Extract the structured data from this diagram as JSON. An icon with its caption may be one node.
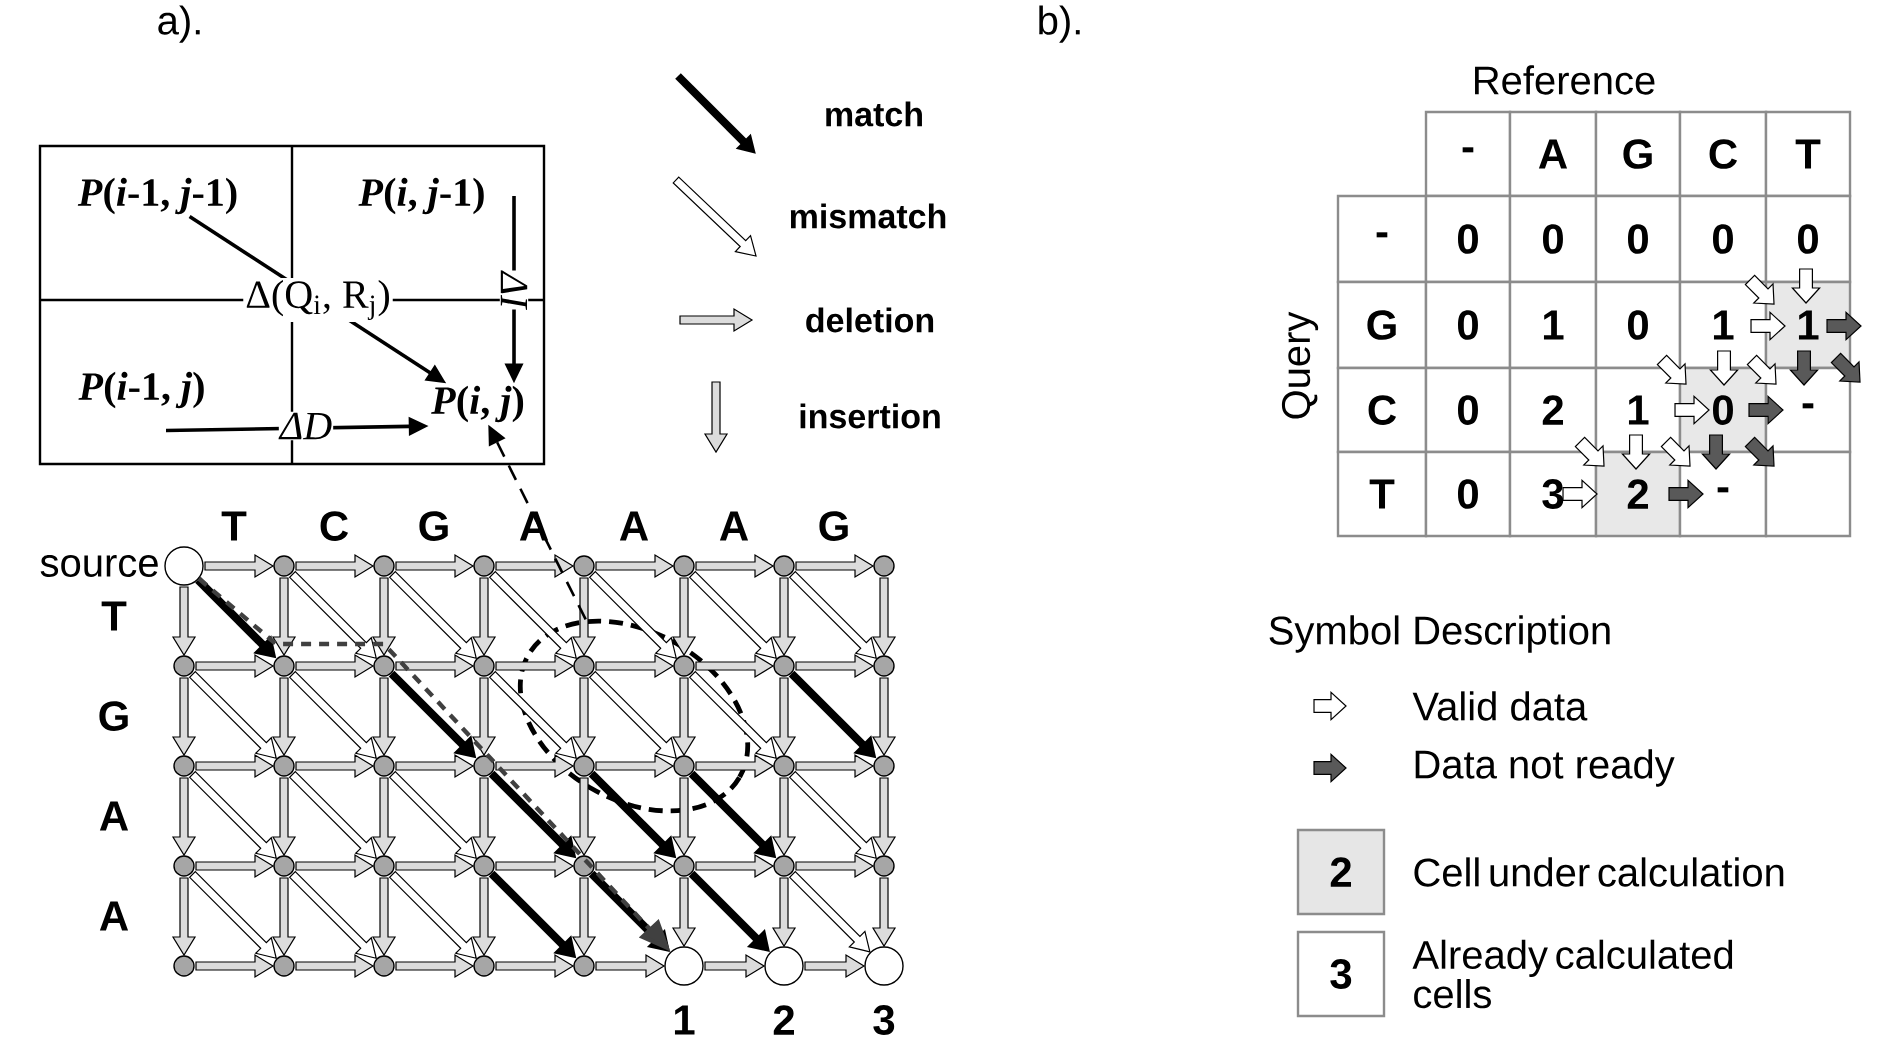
{
  "diagram": {
    "nodes": [
      {
        "text": [
          "*P*(*i*-1, *j*-1)"
        ]
      },
      {
        "text": [
          "*P*(*i*, *j*-1)"
        ]
      },
      {
        "text": [
          "*P*(*i*-1, *j*)"
        ]
      },
      {
        "text": [
          "*P*(*i*, *j*)"
        ]
      },
      {
        "text": [],
        "shape": "circle",
        "beside": [
          "source"
        ]
      },
      {
        "text": [],
        "shape": "circle"
      },
      {
        "text": [],
        "shape": "circle"
      },
      {
        "text": [],
        "shape": "circle"
      },
      {
        "text": [],
        "shape": "circle"
      },
      {
        "text": [],
        "shape": "circle"
      },
      {
        "text": [],
        "shape": "circle"
      },
      {
        "text": [],
        "shape": "circle"
      },
      {
        "text": [],
        "shape": "circle"
      },
      {
        "text": [],
        "shape": "circle"
      },
      {
        "text": [],
        "shape": "circle"
      },
      {
        "text": [],
        "shape": "circle"
      },
      {
        "text": [],
        "shape": "circle",
        "in": 44
      },
      {
        "text": [],
        "shape": "circle",
        "in": 44
      },
      {
        "text": [],
        "shape": "circle"
      },
      {
        "text": [],
        "shape": "circle"
      },
      {
        "text": [],
        "shape": "circle"
      },
      {
        "text": [],
        "shape": "circle"
      },
      {
        "text": [],
        "shape": "circle"
      },
      {
        "text": [],
        "shape": "circle"
      },
      {
        "text": [],
        "shape": "circle",
        "in": 44
      },
      {
        "text": [],
        "shape": "circle",
        "in": 44
      },
      {
        "text": [],
        "shape": "circle"
      },
      {
        "text": [],
        "shape": "circle"
      },
      {
        "text": [],
        "shape": "circle"
      },
      {
        "text": [],
        "shape": "circle"
      },
      {
        "text": [],
        "shape": "circle"
      },
      {
        "text": [],
        "shape": "circle"
      },
      {
        "text": [],
        "shape": "circle"
      },
      {
        "text": [],
        "shape": "circle"
      },
      {
        "text": [],
        "shape": "circle"
      },
      {
        "text": [],
        "shape": "circle"
      },
      {
        "text": [],
        "shape": "circle"
      },
      {
        "text": [],
        "shape": "circle"
      },
      {
        "text": [],
        "shape": "circle"
      },
      {
        "text": [],
        "shape": "circle"
      },
      {
        "text": [],
        "shape": "circle"
      },
      {
        "text": [],
        "shape": "circle",
        "beside": [
          "1"
        ]
      },
      {
        "text": [],
        "shape": "circle",
        "beside": [
          "2"
        ]
      },
      {
        "text": [],
        "shape": "circle",
        "beside": [
          "3"
        ]
      },
      {
        "text": [],
        "shape": "ellipse"
      }
    ],
    "edges": [
      {
        "from": 0,
        "to": 3,
        "arrow": "to",
        "label": "Δ(Q$_{i}$, R$_{j}$)"
      },
      {
        "from": 1,
        "to": 3,
        "arrow": "to",
        "label": "ΔI"
      },
      {
        "from": 2,
        "to": 3,
        "arrow": "to",
        "label": "ΔD"
      },
      {
        "from": 4,
        "to": 5,
        "arrow": "to"
      },
      {
        "from": 4,
        "to": 12,
        "arrow": "to"
      },
      {
        "from": 4,
        "to": 13,
        "arrow": "to",
        "color": "#000000"
      },
      {
        "from": 5,
        "to": 6,
        "arrow": "to"
      },
      {
        "from": 5,
        "to": 13,
        "arrow": "to"
      },
      {
        "from": 5,
        "to": 14,
        "arrow": "to"
      },
      {
        "from": 6,
        "to": 7,
        "arrow": "to"
      },
      {
        "from": 6,
        "to": 14,
        "arrow": "to"
      },
      {
        "from": 6,
        "to": 15,
        "arrow": "to"
      },
      {
        "from": 7,
        "to": 8,
        "arrow": "to"
      },
      {
        "from": 7,
        "to": 15,
        "arrow": "to"
      },
      {
        "from": 7,
        "to": 16,
        "arrow": "to"
      },
      {
        "from": 8,
        "to": 9,
        "arrow": "to"
      },
      {
        "from": 8,
        "to": 16,
        "arrow": "to"
      },
      {
        "from": 8,
        "to": 17,
        "arrow": "to"
      },
      {
        "from": 9,
        "to": 10,
        "arrow": "to"
      },
      {
        "from": 9,
        "to": 17,
        "arrow": "to"
      },
      {
        "from": 9,
        "to": 18,
        "arrow": "to"
      },
      {
        "from": 10,
        "to": 11,
        "arrow": "to"
      },
      {
        "from": 10,
        "to": 18,
        "arrow": "to"
      },
      {
        "from": 10,
        "to": 19,
        "arrow": "to"
      },
      {
        "from": 11,
        "to": 19,
        "arrow": "to"
      },
      {
        "from": 12,
        "to": 13,
        "arrow": "to"
      },
      {
        "from": 12,
        "to": 20,
        "arrow": "to"
      },
      {
        "from": 12,
        "to": 21,
        "arrow": "to"
      },
      {
        "from": 13,
        "to": 14,
        "arrow": "to"
      },
      {
        "from": 13,
        "to": 21,
        "arrow": "to"
      },
      {
        "from": 13,
        "to": 22,
        "arrow": "to"
      },
      {
        "from": 14,
        "to": 15,
        "arrow": "to"
      },
      {
        "from": 14,
        "to": 22,
        "arrow": "to"
      },
      {
        "from": 14,
        "to": 23,
        "arrow": "to",
        "color": "#000000"
      },
      {
        "from": 15,
        "to": 16,
        "arrow": "to"
      },
      {
        "from": 15,
        "to": 23,
        "arrow": "to"
      },
      {
        "from": 15,
        "to": 24,
        "arrow": "to"
      },
      {
        "from": 16,
        "to": 17,
        "arrow": "to"
      },
      {
        "from": 16,
        "to": 24,
        "arrow": "to"
      },
      {
        "from": 16,
        "to": 25,
        "arrow": "to"
      },
      {
        "from": 17,
        "to": 18,
        "arrow": "to"
      },
      {
        "from": 17,
        "to": 25,
        "arrow": "to"
      },
      {
        "from": 17,
        "to": 26,
        "arrow": "to"
      },
      {
        "from": 18,
        "to": 19,
        "arrow": "to"
      },
      {
        "from": 18,
        "to": 26,
        "arrow": "to"
      },
      {
        "from": 18,
        "to": 27,
        "arrow": "to",
        "color": "#000000"
      },
      {
        "from": 19,
        "to": 27,
        "arrow": "to"
      },
      {
        "from": 20,
        "to": 21,
        "arrow": "to"
      },
      {
        "from": 20,
        "to": 28,
        "arrow": "to"
      },
      {
        "from": 20,
        "to": 29,
        "arrow": "to"
      },
      {
        "from": 21,
        "to": 22,
        "arrow": "to"
      },
      {
        "from": 21,
        "to": 29,
        "arrow": "to"
      },
      {
        "from": 21,
        "to": 30,
        "arrow": "to"
      },
      {
        "from": 22,
        "to": 23,
        "arrow": "to"
      },
      {
        "from": 22,
        "to": 30,
        "arrow": "to"
      },
      {
        "from": 22,
        "to": 31,
        "arrow": "to"
      },
      {
        "from": 23,
        "to": 24,
        "arrow": "to"
      },
      {
        "from": 23,
        "to": 31,
        "arrow": "to"
      },
      {
        "from": 23,
        "to": 32,
        "arrow": "to",
        "color": "#000000"
      },
      {
        "from": 24,
        "to": 25,
        "arrow": "to"
      },
      {
        "from": 24,
        "to": 32,
        "arrow": "to"
      },
      {
        "from": 24,
        "to": 33,
        "arrow": "to",
        "color": "#000000"
      },
      {
        "from": 25,
        "to": 26,
        "arrow": "to"
      },
      {
        "from": 25,
        "to": 33,
        "arrow": "to"
      },
      {
        "from": 25,
        "to": 34,
        "arrow": "to",
        "color": "#000000"
      },
      {
        "from": 26,
        "to": 27,
        "arrow": "to"
      },
      {
        "from": 26,
        "to": 34,
        "arrow": "to"
      },
      {
        "from": 26,
        "to": 35,
        "arrow": "to"
      },
      {
        "from": 27,
        "to": 35,
        "arrow": "to"
      },
      {
        "from": 28,
        "to": 29,
        "arrow": "to"
      },
      {
        "from": 28,
        "to": 36,
        "arrow": "to"
      },
      {
        "from": 28,
        "to": 37,
        "arrow": "to"
      },
      {
        "from": 29,
        "to": 30,
        "arrow": "to"
      },
      {
        "from": 29,
        "to": 37,
        "arrow": "to"
      },
      {
        "from": 29,
        "to": 38,
        "arrow": "to"
      },
      {
        "from": 30,
        "to": 31,
        "arrow": "to"
      },
      {
        "from": 30,
        "to": 38,
        "arrow": "to"
      },
      {
        "from": 30,
        "to": 39,
        "arrow": "to"
      },
      {
        "from": 31,
        "to": 32,
        "arrow": "to"
      },
      {
        "from": 31,
        "to": 39,
        "arrow": "to"
      },
      {
        "from": 31,
        "to": 40,
        "arrow": "to",
        "color": "#000000"
      },
      {
        "from": 32,
        "to": 33,
        "arrow": "to"
      },
      {
        "from": 32,
        "to": 40,
        "arrow": "to"
      },
      {
        "from": 32,
        "to": 41,
        "arrow": "to",
        "color": "#000000"
      },
      {
        "from": 33,
        "to": 34,
        "arrow": "to"
      },
      {
        "from": 33,
        "to": 41,
        "arrow": "to"
      },
      {
        "from": 33,
        "to": 42,
        "arrow": "to",
        "color": "#000000"
      },
      {
        "from": 34,
        "to": 35,
        "arrow": "to"
      },
      {
        "from": 34,
        "to": 42,
        "arrow": "to"
      },
      {
        "from": 34,
        "to": 43,
        "arrow": "to"
      },
      {
        "from": 35,
        "to": 43,
        "arrow": "to"
      },
      {
        "from": 36,
        "to": 37,
        "arrow": "to"
      },
      {
        "from": 37,
        "to": 38,
        "arrow": "to"
      },
      {
        "from": 38,
        "to": 39,
        "arrow": "to"
      },
      {
        "from": 39,
        "to": 40,
        "arrow": "to"
      },
      {
        "from": 40,
        "to": 41,
        "arrow": "to"
      },
      {
        "from": 41,
        "to": 42,
        "arrow": "to"
      },
      {
        "from": 42,
        "to": 43,
        "arrow": "to"
      },
      {
        "from": 4,
        "to": 41,
        "arrow": "to",
        "style": "dashed",
        "color": "#404040"
      },
      {
        "from": 44,
        "to": 3,
        "arrow": "to",
        "style": "dashed"
      }
    ],
    "labels": [
      "a).",
      "T",
      "C",
      "G",
      "A",
      "A",
      "A",
      "G",
      "T",
      "G",
      "A",
      "A",
      "b).",
      "Reference",
      "Query",
      "-",
      "A",
      "G",
      "C",
      "T",
      "-",
      "0",
      "0",
      "0",
      "0",
      "0",
      "G",
      "0",
      "1",
      "0",
      "1",
      "1",
      "C",
      "0",
      "2",
      "1",
      "0",
      "-",
      "T",
      "0",
      "3",
      "2",
      "-",
      "Symbol Description",
      "2",
      "3"
    ],
    "legend": [
      {
        "text": "match"
      },
      {
        "text": "mismatch"
      },
      {
        "text": "deletion"
      },
      {
        "text": "insertion"
      },
      {
        "text": "Valid data"
      },
      {
        "text": "Data not ready"
      },
      {
        "text": "Cell under calculation",
        "color": "#e6e6e6"
      },
      {
        "text": "Already calculated cells"
      }
    ]
  }
}
